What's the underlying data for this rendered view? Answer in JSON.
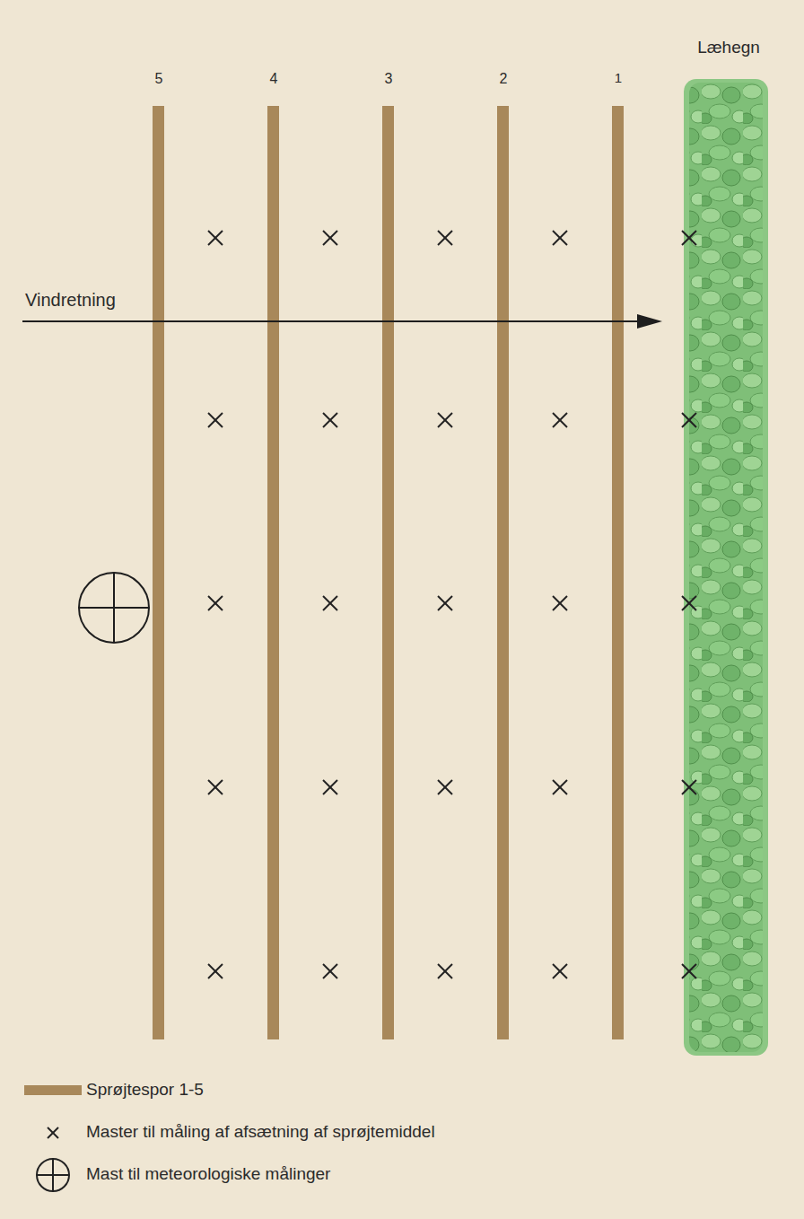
{
  "diagram": {
    "labels": [
      "5",
      "4",
      "3",
      "2",
      "1",
      "Læhegn",
      "Vindretning"
    ],
    "legend": [
      {
        "text": "Sprøjtespor 1-5",
        "color": "#a8885a"
      },
      {
        "text": "Master til måling af afsætning af sprøjtemiddel"
      },
      {
        "text": "Mast til meteorologiske målinger"
      }
    ]
  }
}
